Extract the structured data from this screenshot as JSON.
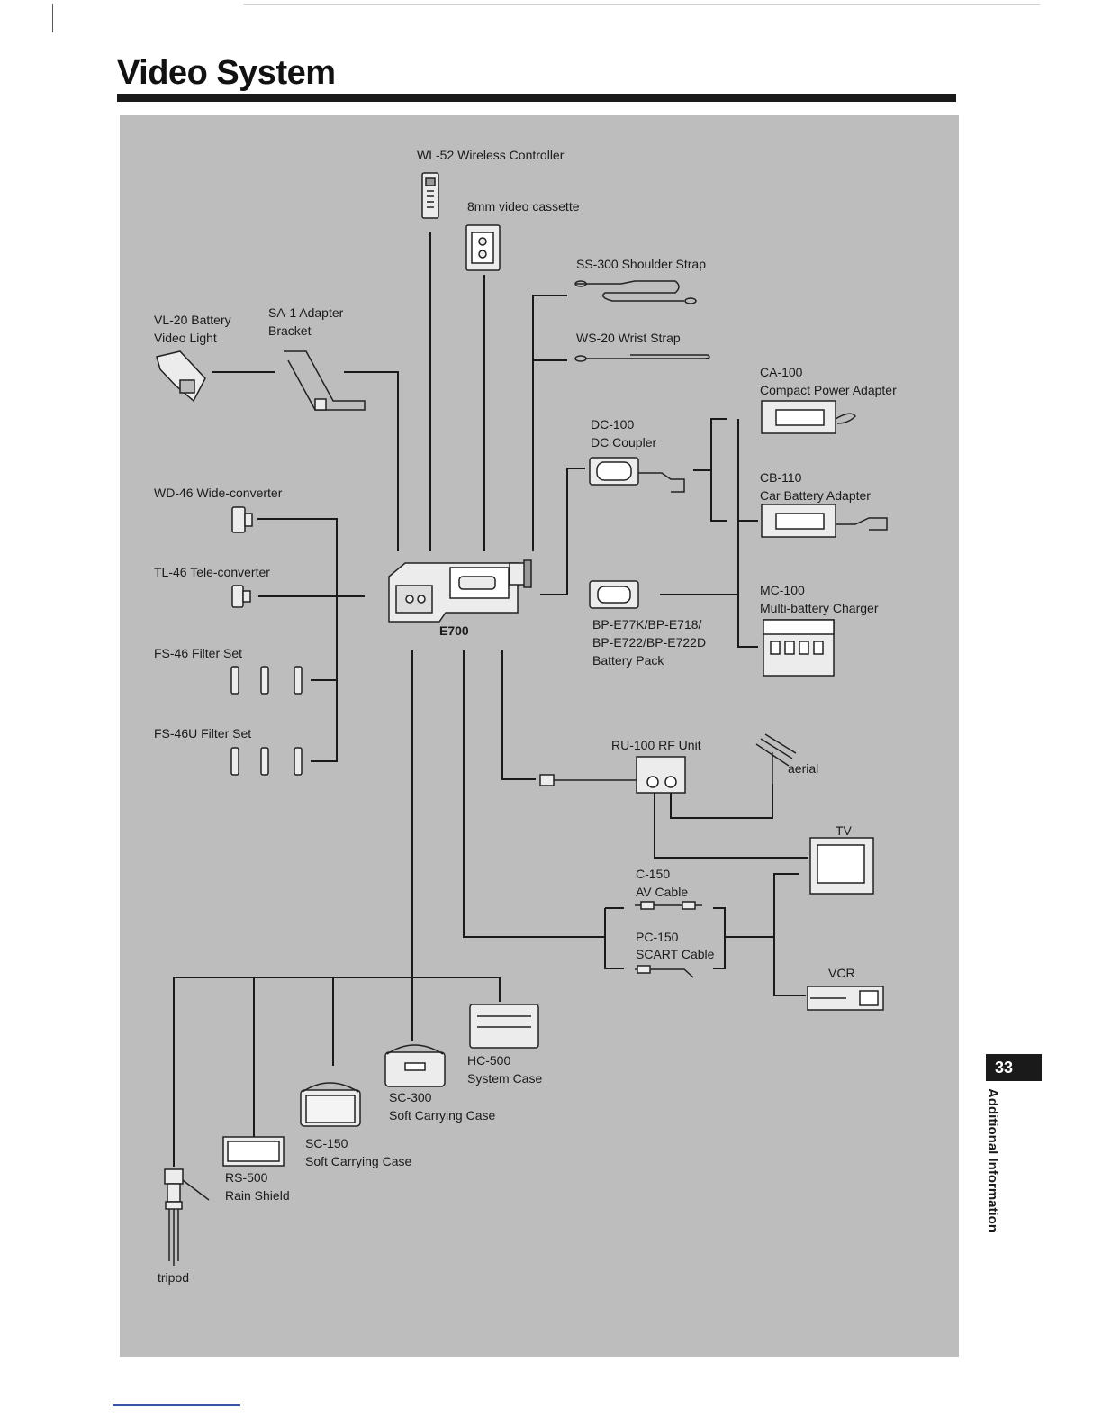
{
  "page": {
    "title": "Video System",
    "page_number": "33",
    "section": "Additional Information"
  },
  "labels": {
    "wl52": "WL-52 Wireless Controller",
    "cassette": "8mm video cassette",
    "ss300": "SS-300 Shoulder Strap",
    "ws20": "WS-20 Wrist Strap",
    "vl20_1": "VL-20 Battery",
    "vl20_2": "Video Light",
    "sa1_1": "SA-1 Adapter",
    "sa1_2": "Bracket",
    "ca100_1": "CA-100",
    "ca100_2": "Compact Power Adapter",
    "dc100_1": "DC-100",
    "dc100_2": "DC Coupler",
    "cb110_1": "CB-110",
    "cb110_2": "Car Battery Adapter",
    "wd46": "WD-46 Wide-converter",
    "tl46": "TL-46 Tele-converter",
    "camera": "E700",
    "mc100_1": "MC-100",
    "mc100_2": "Multi-battery Charger",
    "bp_1": "BP-E77K/BP-E718/",
    "bp_2": "BP-E722/BP-E722D",
    "bp_3": "Battery Pack",
    "fs46": "FS-46 Filter Set",
    "fs46u": "FS-46U Filter Set",
    "ru100": "RU-100 RF Unit",
    "aerial": "aerial",
    "tv": "TV",
    "c150_1": "C-150",
    "c150_2": "AV Cable",
    "pc150_1": "PC-150",
    "pc150_2": "SCART Cable",
    "vcr": "VCR",
    "hc500_1": "HC-500",
    "hc500_2": "System Case",
    "sc300_1": "SC-300",
    "sc300_2": "Soft Carrying Case",
    "sc150_1": "SC-150",
    "sc150_2": "Soft Carrying Case",
    "rs500_1": "RS-500",
    "rs500_2": "Rain Shield",
    "tripod": "tripod"
  }
}
